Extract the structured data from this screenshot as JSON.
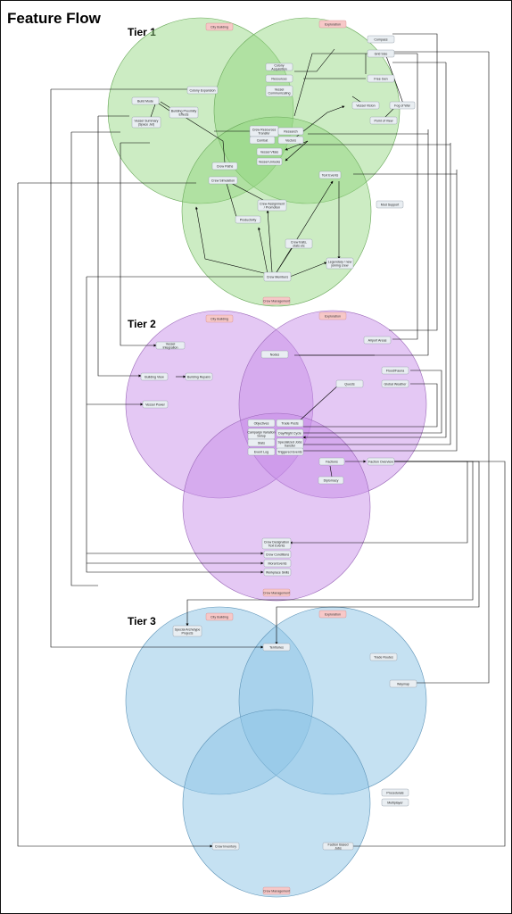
{
  "title": "Feature Flow",
  "tiers": [
    {
      "label": "Tier 1",
      "circle_color": "#8fd57a",
      "circle_stroke": "#6aa85a",
      "categories": {
        "city": "City Building",
        "exploration": "Exploration",
        "crew": "Crew Management"
      },
      "nodes": {
        "compass": "Compass",
        "grid_size": "Grid Size",
        "colony_acquisition": "Colony Acquisition",
        "resources": "Resources",
        "colony_expansion": "Colony Expansion",
        "fine_gen": "Free Gen",
        "vessel_communication": "Vessel Communicating",
        "build_mode": "Build Mode",
        "building_proximity": "Building Proximity Effects",
        "vessel_summary": "Vessel Summary (Space Jet)",
        "crew_resources_transfer": "Crew Resources Transfer",
        "research": "Research",
        "vessel_vision": "Vessel Vision",
        "fog_of_war": "Fog of War",
        "point_of_view": "Point of View",
        "combat": "Combat",
        "vectors": "Vectors",
        "vessel_vitals": "Vessel Vitals",
        "vessel_unlocks": "Vessel Unlocks",
        "crew_paths": "Crew Paths",
        "crew_simulation": "Crew Simulation",
        "crew_assignment": "Crew Assignment / Promotion",
        "text_events": "Text Events",
        "mod_support": "Mod Support",
        "productivity": "Productivity",
        "crew_traits": "Crew traits, stats etc",
        "legendary_crew": "Legendary / new joining crew",
        "crew_members": "Crew Members"
      }
    },
    {
      "label": "Tier 2",
      "circle_color": "#c78be8",
      "circle_stroke": "#9a67b8",
      "categories": {
        "city": "City Building",
        "exploration": "Exploration",
        "crew": "Crew Management"
      },
      "nodes": {
        "vessel_integration": "Vessel Integration",
        "airport_areas": "Airport Areas",
        "nodes": "Nodes",
        "hazards": "Flood/Fauna",
        "building_view": "Building View",
        "building_repairs": "Building Repairs",
        "quests": "Quests",
        "global_weather": "Global Weather",
        "vessel_power": "Vessel Power",
        "objectives": "Objectives",
        "trade_posts": "Trade Posts",
        "campaign_setup": "Campaign Variation Setup",
        "day_night": "Day/Night Cycle",
        "stats": "Stats",
        "specialized_jobs": "Specialized Jobs transfer",
        "event_log": "Event Log",
        "triggered_events": "Triggered Events",
        "factions": "Factions",
        "faction_overview": "Faction Overview",
        "diplomacy": "Diplomacy",
        "crew_designation": "Crew Designation Text Events",
        "crew_conditions": "Crew Conditions",
        "moral_events": "Moral Events",
        "workplace_skills": "Workplace Skills"
      }
    },
    {
      "label": "Tier 3",
      "circle_color": "#8cc3e6",
      "circle_stroke": "#5d93b7",
      "categories": {
        "city": "City Building",
        "exploration": "Exploration",
        "crew": "Crew Management"
      },
      "nodes": {
        "special_archetype": "Special Archetype Projects",
        "territories": "Territories",
        "trade_routes": "Trade Routes",
        "waymap": "Waymap",
        "procedurals": "Procedurals",
        "multiplayer": "Multiplayer",
        "crew_inventory": "Crew Inventory",
        "faction_based_jobs": "Faction Based Jobs"
      }
    }
  ]
}
